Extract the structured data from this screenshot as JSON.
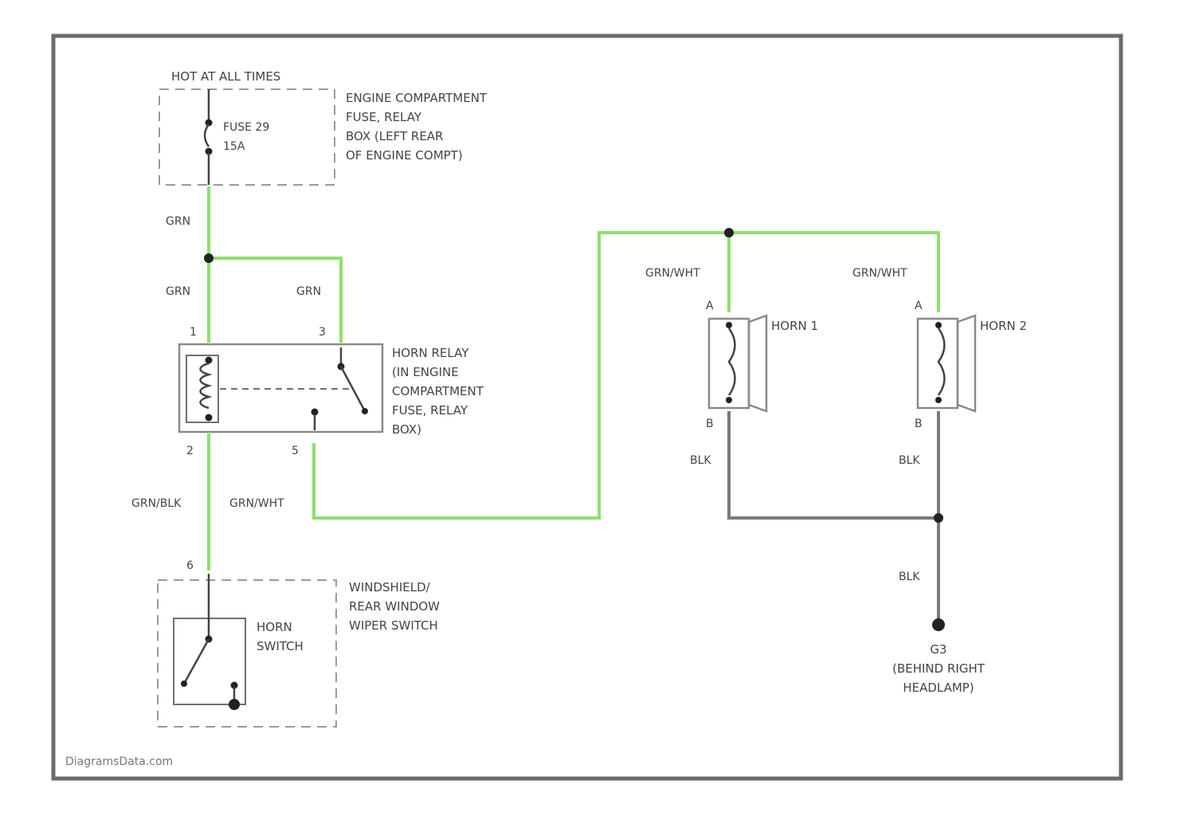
{
  "watermark": "DiagramsData.com",
  "power_source": "HOT AT ALL TIMES",
  "fuse": {
    "line1": "FUSE 29",
    "line2": "15A"
  },
  "fuse_box": [
    "ENGINE COMPARTMENT",
    "FUSE, RELAY",
    "BOX (LEFT REAR",
    "OF ENGINE COMPT)"
  ],
  "wire_colors": {
    "grn_top": "GRN",
    "grn_left": "GRN",
    "grn_right": "GRN",
    "grn_blk": "GRN/BLK",
    "grn_wht_relay": "GRN/WHT",
    "grn_wht_horn1": "GRN/WHT",
    "grn_wht_horn2": "GRN/WHT",
    "blk_horn1": "BLK",
    "blk_horn2": "BLK",
    "blk_ground": "BLK"
  },
  "relay": {
    "label": [
      "HORN RELAY",
      "(IN ENGINE",
      "COMPARTMENT",
      "FUSE, RELAY",
      "BOX)"
    ],
    "pins": {
      "p1": "1",
      "p3": "3",
      "p2": "2",
      "p5": "5"
    }
  },
  "horn1": {
    "label": "HORN 1",
    "pin_a": "A",
    "pin_b": "B"
  },
  "horn2": {
    "label": "HORN 2",
    "pin_a": "A",
    "pin_b": "B"
  },
  "switch_module": {
    "pin": "6",
    "label": [
      "WINDSHIELD/",
      "REAR WINDOW",
      "WIPER SWITCH"
    ],
    "switch_label": [
      "HORN",
      "SWITCH"
    ]
  },
  "ground": {
    "id": "G3",
    "location": [
      "(BEHIND RIGHT",
      "HEADLAMP)"
    ]
  },
  "colors": {
    "wire_green": "#8ee06a",
    "wire_black": "#7a7a7a",
    "frame": "#6b6b6b"
  }
}
